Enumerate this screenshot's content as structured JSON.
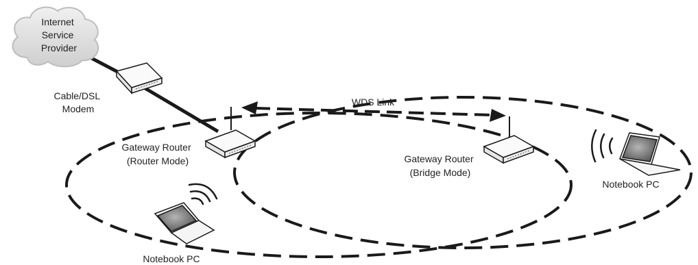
{
  "labels": {
    "isp_line1": "Internet",
    "isp_line2": "Service",
    "isp_line3": "Provider",
    "modem_line1": "Cable/DSL",
    "modem_line2": "Modem",
    "router1_line1": "Gateway Router",
    "router1_line2": "(Router Mode)",
    "router2_line1": "Gateway Router",
    "router2_line2": "(Bridge Mode)",
    "wds_link": "WDS Link",
    "notebook_left": "Notebook PC",
    "notebook_right": "Notebook PC"
  },
  "icons": {
    "isp": "cloud-icon",
    "modem": "modem-icon",
    "router": "router-icon",
    "notebook": "laptop-icon",
    "wireless": "wireless-waves-icon"
  },
  "colors": {
    "line": "#1a1a1a",
    "cloud_fill": "#e2e2e2",
    "screen": "#7a7a7a"
  }
}
